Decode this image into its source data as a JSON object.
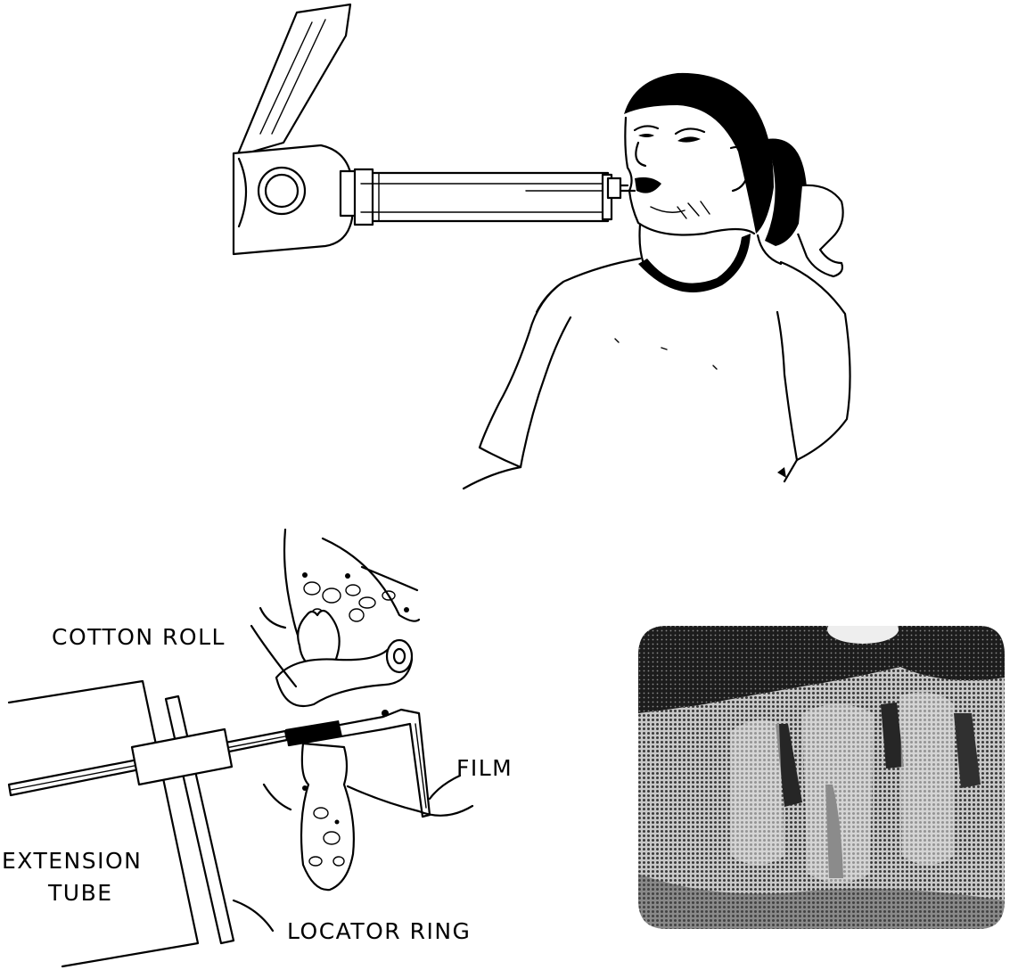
{
  "labels": {
    "cotton_roll": "COTTON ROLL",
    "film": "FILM",
    "extension_tube_line1": "EXTENSION",
    "extension_tube_line2": "TUBE",
    "locator_ring": "LOCATOR RING"
  },
  "colors": {
    "ink": "#000000",
    "background": "#ffffff",
    "radiograph_dark": "#141414",
    "radiograph_light": "#c8c8c8"
  }
}
